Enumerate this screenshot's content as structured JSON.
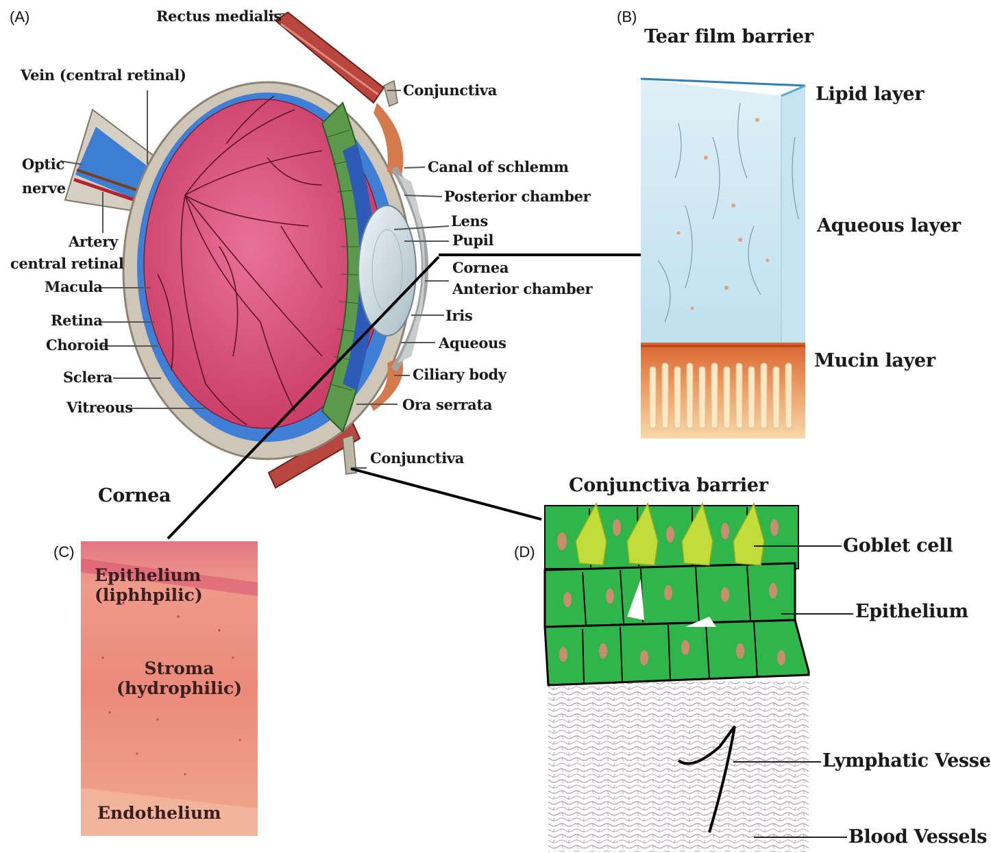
{
  "panels": {
    "a": "(A)",
    "b": "(B)",
    "c": "(C)",
    "d": "(D)"
  },
  "eye_labels": {
    "rectus_medialis": "Rectus medialis",
    "vein": "Vein (central retinal)",
    "conjunctiva_top": "Conjunctiva",
    "optic_l1": "Optic",
    "optic_l2": "nerve",
    "canal": "Canal of schlemm",
    "posterior_chamber": "Posterior chamber",
    "lens": "Lens",
    "pupil": "Pupil",
    "artery_l1": "Artery",
    "artery_l2": "central retinal",
    "cornea": "Cornea",
    "macula": "Macula",
    "anterior_chamber": "Anterior chamber",
    "retina": "Retina",
    "iris": "Iris",
    "choroid": "Choroid",
    "aqueous": "Aqueous",
    "sclera": "Sclera",
    "ciliary_body": "Ciliary body",
    "vitreous": "Vitreous",
    "ora_serrata": "Ora serrata",
    "conjunctiva_bottom": "Conjunctiva"
  },
  "tear_film": {
    "title": "Tear film barrier",
    "lipid": "Lipid layer",
    "aqueous": "Aqueous layer",
    "mucin": "Mucin layer"
  },
  "cornea_panel": {
    "title": "Cornea",
    "epithelium_l1": "Epithelium",
    "epithelium_l2": "(liphhpilic)",
    "stroma_l1": "Stroma",
    "stroma_l2": "(hydrophilic)",
    "endothelium": "Endothelium"
  },
  "conjunctiva_panel": {
    "title": "Conjunctiva barrier",
    "goblet": "Goblet cell",
    "epithelium": "Epithelium",
    "lymphatic": "Lymphatic Vessels",
    "blood": "Blood Vessels"
  },
  "colors": {
    "retina_pink": "#d34a72",
    "sclera": "#cfc6b8",
    "choroid_blue": "#3f7fd6",
    "ciliary_green": "#5b9a4c",
    "tear_aqueous": "#cfe8f2",
    "mucin": "#e08e52",
    "cell_green": "#2fb54a",
    "goblet_yellow": "#c2dd3a",
    "stroma_salmon": "#e9897c"
  }
}
